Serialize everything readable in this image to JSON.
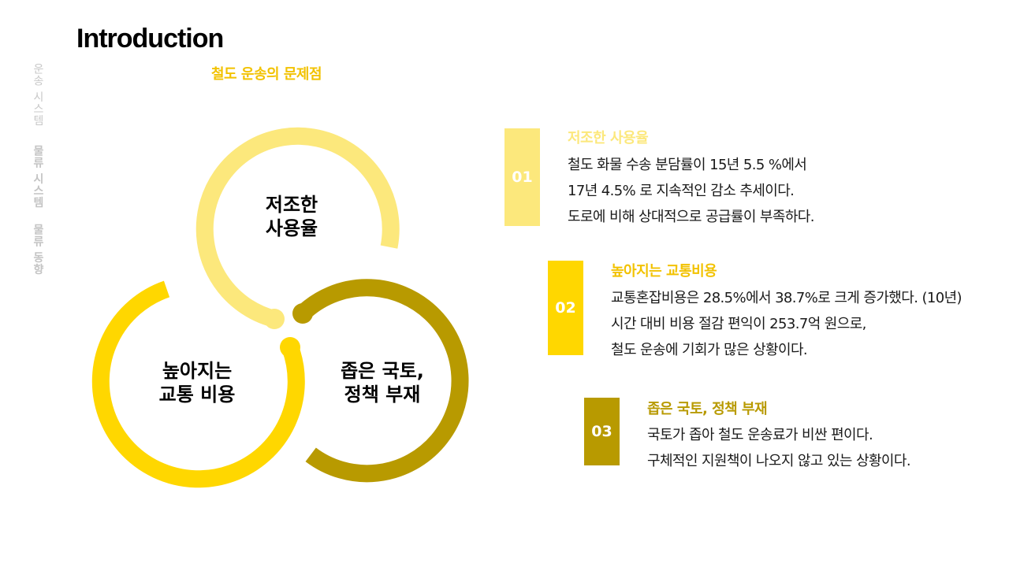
{
  "header": {
    "title": "Introduction",
    "subtitle": "철도 운송의 문제점"
  },
  "side_nav": {
    "items": [
      {
        "label": "운송 시스템",
        "emphasized": false
      },
      {
        "label": "물류 시스템",
        "emphasized": true
      },
      {
        "label": "물류 동향",
        "emphasized": true
      }
    ]
  },
  "venn": {
    "circles": [
      {
        "label_line1": "저조한",
        "label_line2": "사용율",
        "color": "#fce87c"
      },
      {
        "label_line1": "높아지는",
        "label_line2": "교통 비용",
        "color": "#ffd700"
      },
      {
        "label_line1": "좁은 국토,",
        "label_line2": "정책 부재",
        "color": "#b89a00"
      }
    ]
  },
  "items": [
    {
      "number": "01",
      "color": "#fce87c",
      "heading": "저조한 사용율",
      "lines": [
        "철도 화물 수송 분담률이 15년 5.5 %에서",
        "17년 4.5% 로 지속적인 감소 추세이다.",
        "도로에 비해 상대적으로 공급률이 부족하다."
      ]
    },
    {
      "number": "02",
      "color": "#ffd700",
      "heading": "높아지는 교통비용",
      "lines": [
        "교통혼잡비용은 28.5%에서 38.7%로 크게 증가했다. (10년)",
        "시간 대비 비용 절감 편익이 253.7억 원으로,",
        "철도 운송에 기회가 많은 상황이다."
      ]
    },
    {
      "number": "03",
      "color": "#b89a00",
      "heading": "좁은 국토, 정책 부재",
      "lines": [
        "국토가 좁아 철도 운송료가 비싼 편이다.",
        "구체적인 지원책이 나오지 않고 있는 상황이다."
      ]
    }
  ]
}
